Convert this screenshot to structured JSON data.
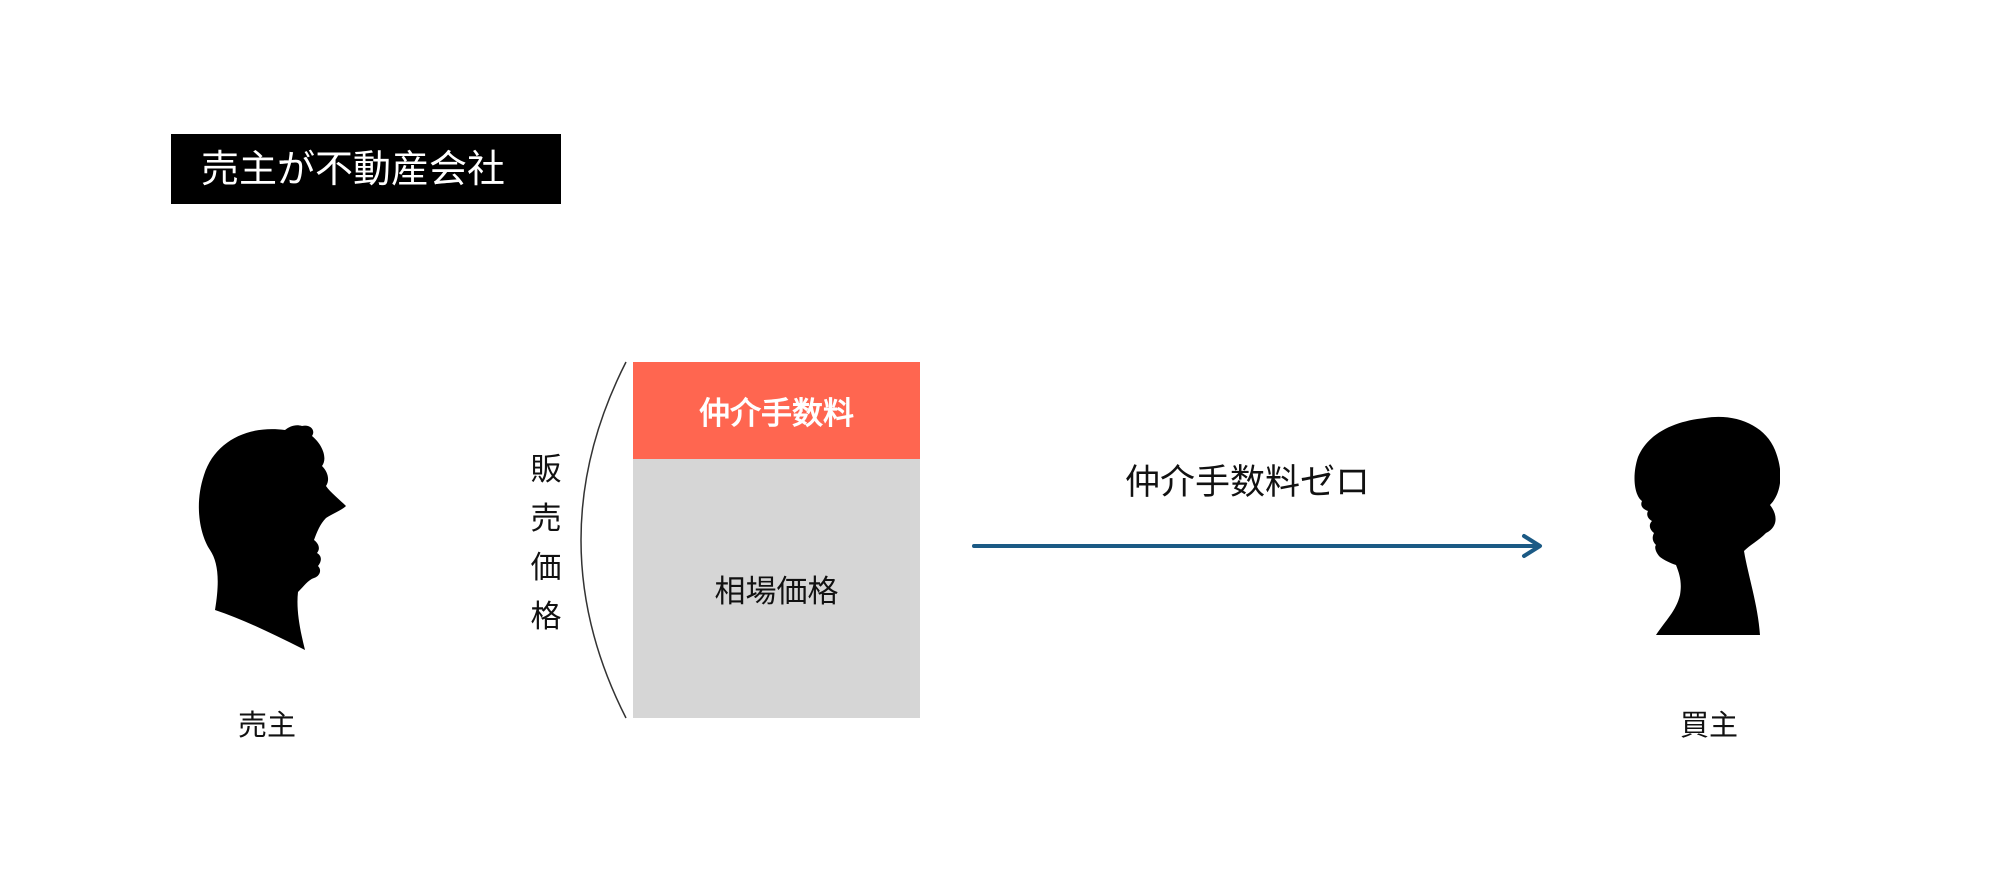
{
  "title": "売主が不動産会社",
  "seller": {
    "label": "売主",
    "icon": "male-silhouette-icon"
  },
  "buyer": {
    "label": "買主",
    "icon": "female-silhouette-icon"
  },
  "price_breakdown": {
    "total_label": "販売価格",
    "fee_block": "仲介手数料",
    "market_block": "相場価格",
    "colors": {
      "fee": "#ff6650",
      "market": "#d6d6d6"
    }
  },
  "transaction": {
    "label": "仲介手数料ゼロ",
    "arrow_color": "#1b5a85",
    "icon": "arrow-right-icon"
  }
}
